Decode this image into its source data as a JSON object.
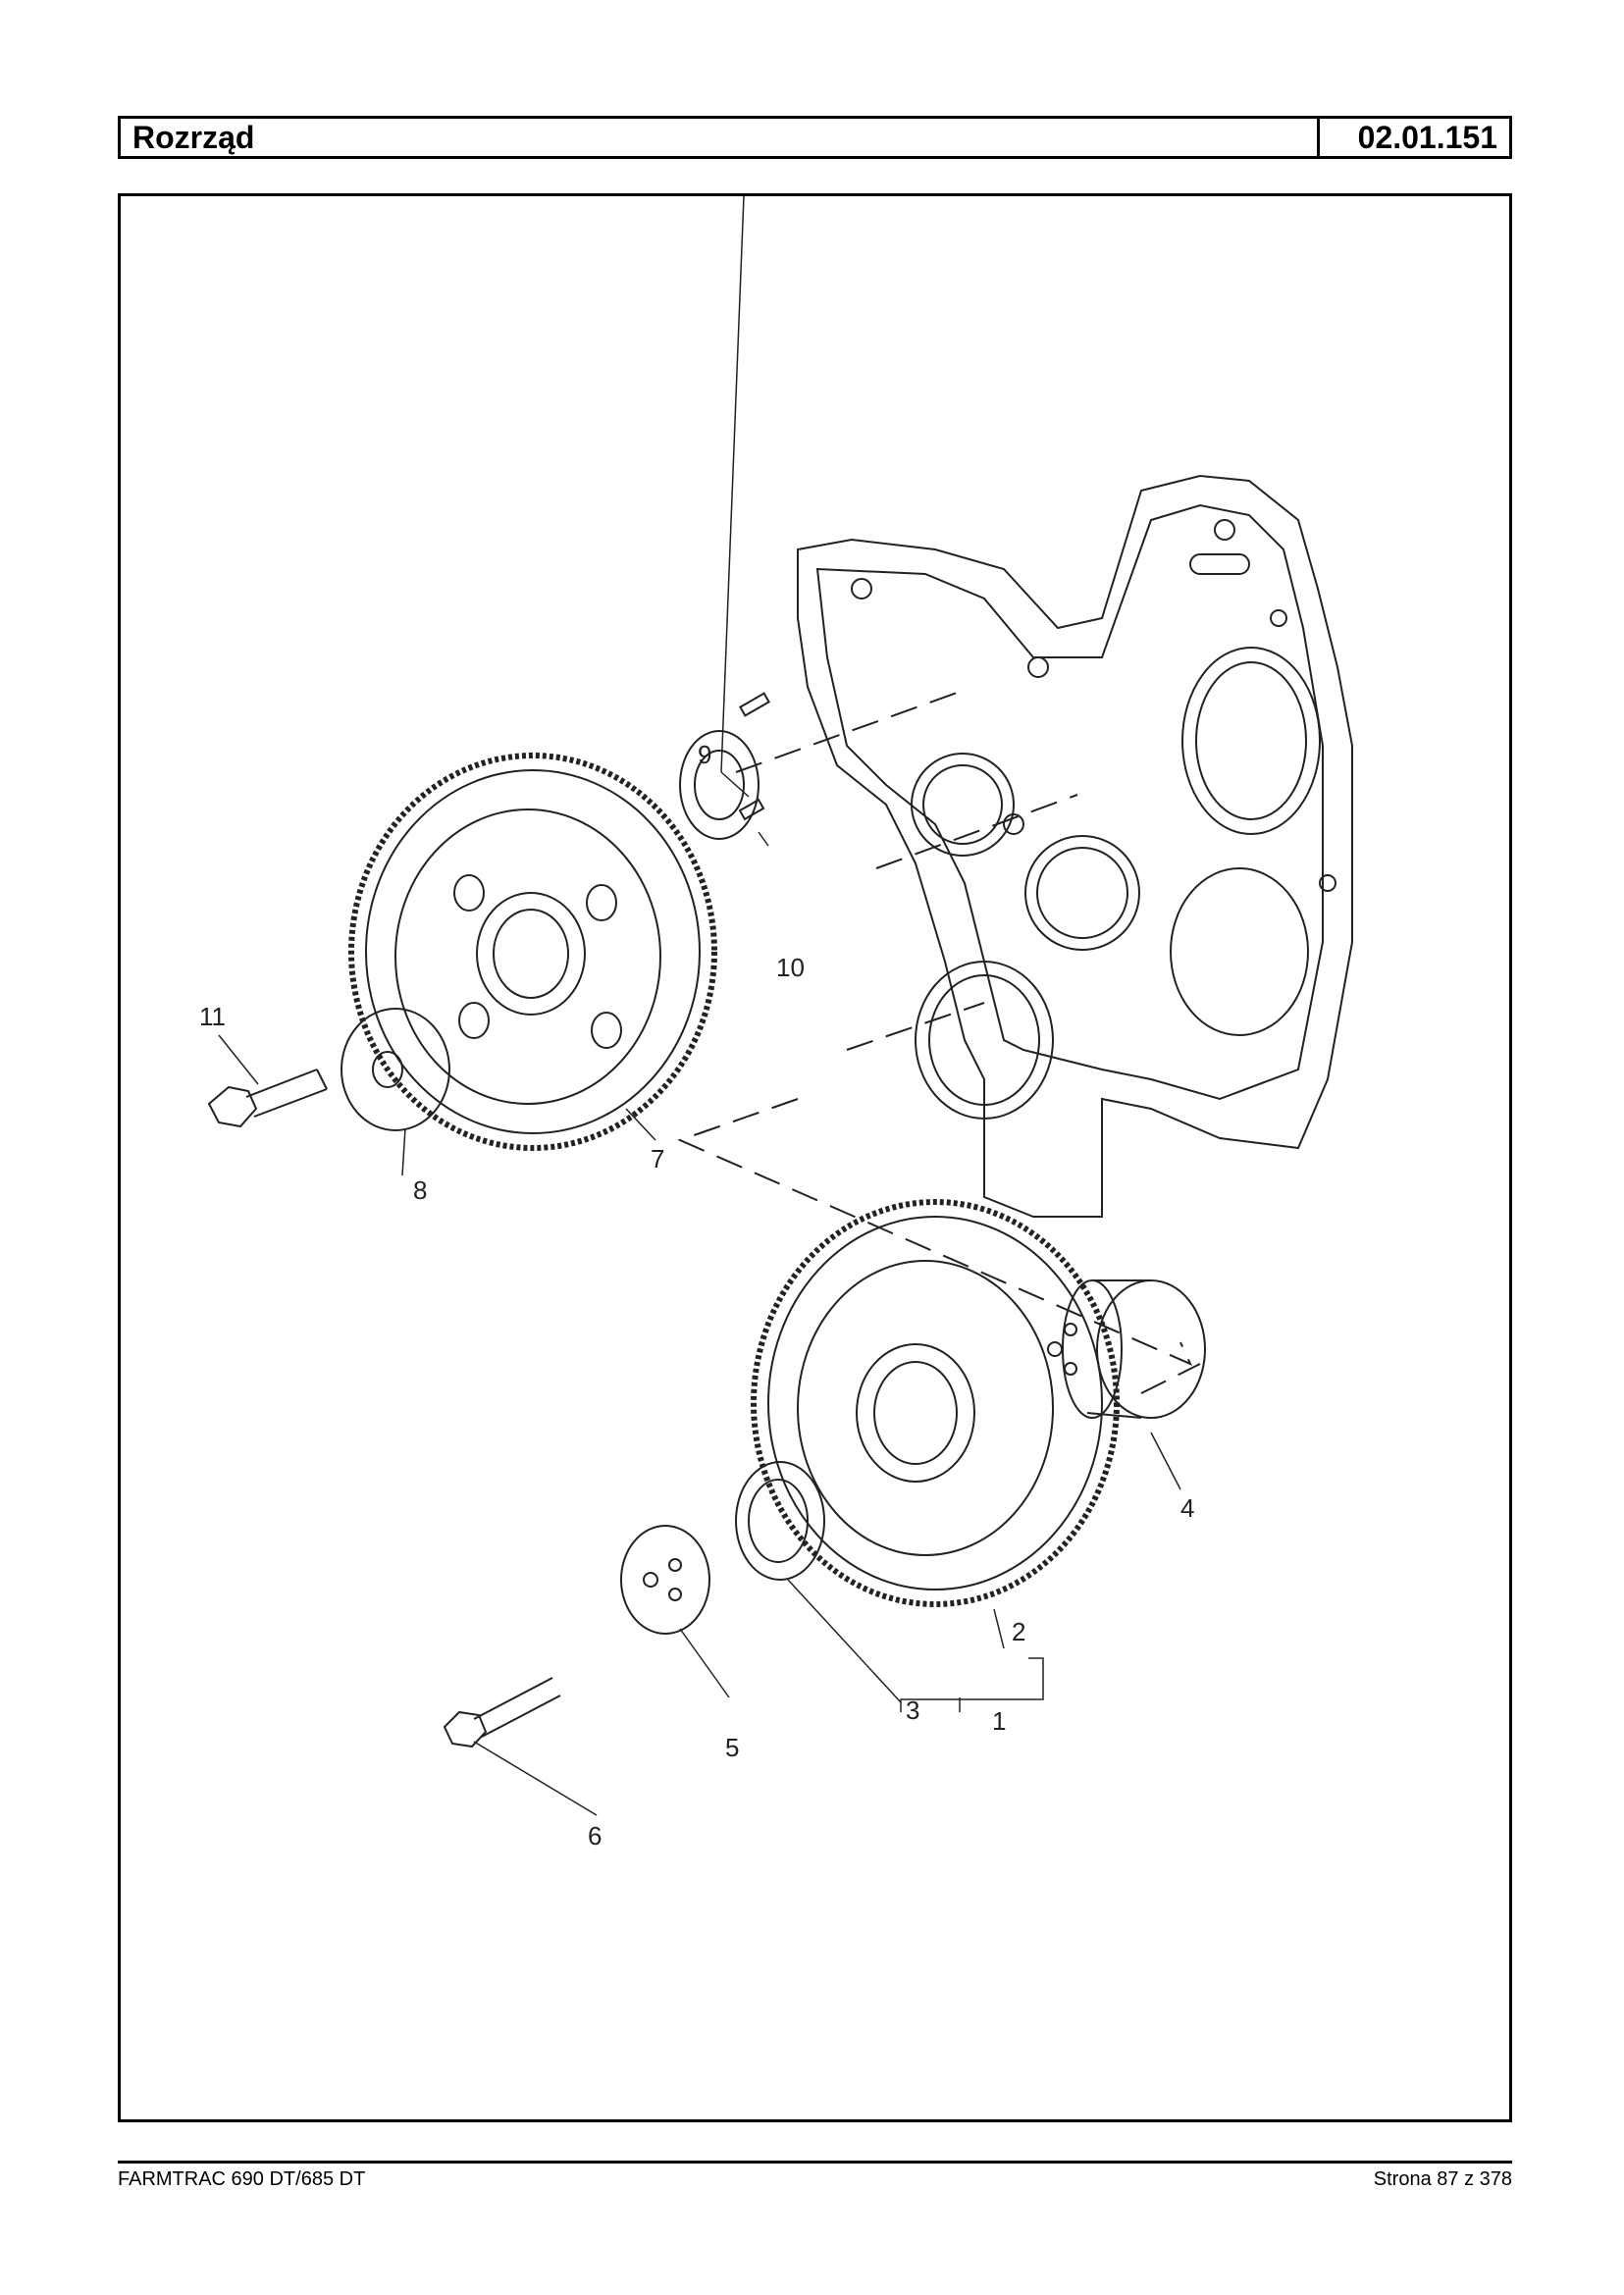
{
  "header": {
    "title": "Rozrząd",
    "code": "02.01.151"
  },
  "footer": {
    "model": "FARMTRAC 690 DT/685 DT",
    "page": "Strona 87 z 378"
  },
  "callouts": [
    "1",
    "2",
    "3",
    "4",
    "5",
    "6",
    "7",
    "8",
    "9",
    "10",
    "11"
  ]
}
